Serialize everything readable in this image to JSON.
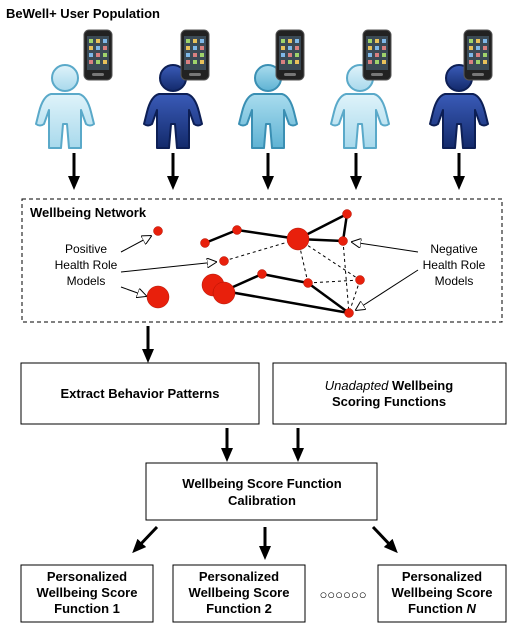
{
  "population_title": "BeWell+ User Population",
  "network_title": "Wellbeing Network",
  "positive_label": [
    "Positive",
    "Health Role",
    "Models"
  ],
  "negative_label": [
    "Negative",
    "Health Role",
    "Models"
  ],
  "extract_box": "Extract Behavior Patterns",
  "unadapted_box": {
    "italic": "Unadapted",
    "line1_rest": " Wellbeing",
    "line2": "Scoring Functions"
  },
  "calibration_box": [
    "Wellbeing Score Function",
    "Calibration"
  ],
  "personalized": [
    [
      "Personalized",
      "Wellbeing Score",
      "Function 1",
      ""
    ],
    [
      "Personalized",
      "Wellbeing Score",
      "Function 2",
      ""
    ],
    [
      "Personalized",
      "Wellbeing Score",
      "Function ",
      "N"
    ]
  ],
  "ellipsis": "○○○○○○",
  "colors": {
    "node": "#e8200c",
    "person_light": "#bfe6f2",
    "person_medium": "#7fc7e0",
    "person_dark": "#1f3a8a",
    "phone": "#222222"
  },
  "people": [
    {
      "shade": "light"
    },
    {
      "shade": "dark"
    },
    {
      "shade": "medium"
    },
    {
      "shade": "light"
    },
    {
      "shade": "dark"
    }
  ]
}
